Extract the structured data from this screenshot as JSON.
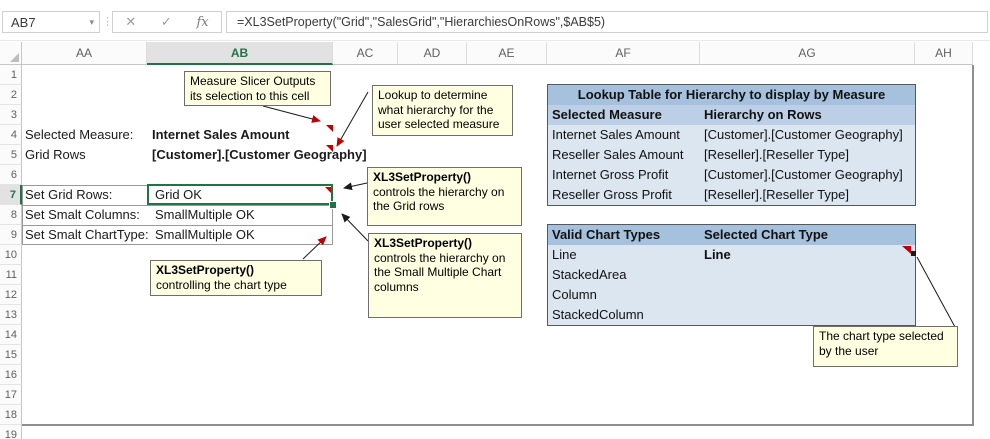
{
  "formula_bar": {
    "name_box": "AB7",
    "formula": "=XL3SetProperty(\"Grid\",\"SalesGrid\",\"HierarchiesOnRows\",$AB$5)"
  },
  "icons": {
    "namebox_caret": "▾",
    "dots": "⋮",
    "cancel": "✕",
    "enter": "✓",
    "fx": "fx"
  },
  "grid": {
    "columns": [
      "AA",
      "AB",
      "AC",
      "AD",
      "AE",
      "AF",
      "AG",
      "AH"
    ],
    "selected_column": "AB",
    "selected_row": "7",
    "row_numbers": [
      "1",
      "2",
      "3",
      "4",
      "5",
      "6",
      "7",
      "8",
      "9",
      "10",
      "11",
      "12",
      "13",
      "14",
      "15",
      "16",
      "17",
      "18",
      "19"
    ]
  },
  "cells": {
    "selected_measure_label": "Selected Measure:",
    "selected_measure_value": "Internet Sales Amount",
    "grid_rows_label": "Grid Rows",
    "grid_rows_value": "[Customer].[Customer Geography]",
    "set_grid_rows_label": "Set Grid Rows:",
    "set_grid_rows_value": "Grid OK",
    "set_smalt_columns_label": "Set Smalt Columns:",
    "set_smalt_columns_value": "SmallMultiple OK",
    "set_smalt_charttype_label": "Set Smalt ChartType:",
    "set_smalt_charttype_value": "SmallMultiple OK"
  },
  "lookup_table": {
    "title": "Lookup Table for Hierarchy to display by Measure",
    "headers": [
      "Selected Measure",
      "Hierarchy on Rows"
    ],
    "rows": [
      [
        "Internet Sales Amount",
        "[Customer].[Customer Geography]"
      ],
      [
        "Reseller Sales Amount",
        "[Reseller].[Reseller Type]"
      ],
      [
        "Internet Gross Profit",
        "[Customer].[Customer Geography]"
      ],
      [
        "Reseller Gross Profit",
        "[Reseller].[Reseller Type]"
      ]
    ]
  },
  "chart_table": {
    "headers": [
      "Valid Chart Types",
      "Selected Chart Type"
    ],
    "rows": [
      [
        "Line",
        "Line"
      ],
      [
        "StackedArea",
        ""
      ],
      [
        "Column",
        ""
      ],
      [
        "StackedColumn",
        ""
      ]
    ]
  },
  "callouts": {
    "measure_slicer": {
      "lines": [
        "Measure Slicer Outputs",
        "its selection to this cell"
      ]
    },
    "lookup_determine": {
      "lines": [
        "Lookup to determine",
        "what hierarchy for the",
        "user selected measure"
      ]
    },
    "setprop_grid": {
      "lines": [
        "XL3SetProperty()",
        "controls the hierarchy on",
        "the Grid rows"
      ]
    },
    "setprop_small": {
      "lines": [
        "XL3SetProperty()",
        "controls the hierarchy on",
        "the Small Multiple Chart",
        "columns"
      ]
    },
    "setprop_charttype": {
      "lines": [
        "XL3SetProperty()",
        "controlling the chart type"
      ]
    },
    "chart_selected": {
      "lines": [
        "The chart type selected",
        "by the user"
      ]
    }
  },
  "colors": {
    "accent_green": "#217346",
    "comment_red": "#C00000",
    "table_title_bg": "#A6C1DD",
    "table_subheader_bg": "#BCCFE6",
    "table_body_bg": "#DCE6F1",
    "callout_bg": "#FFFFE1"
  }
}
